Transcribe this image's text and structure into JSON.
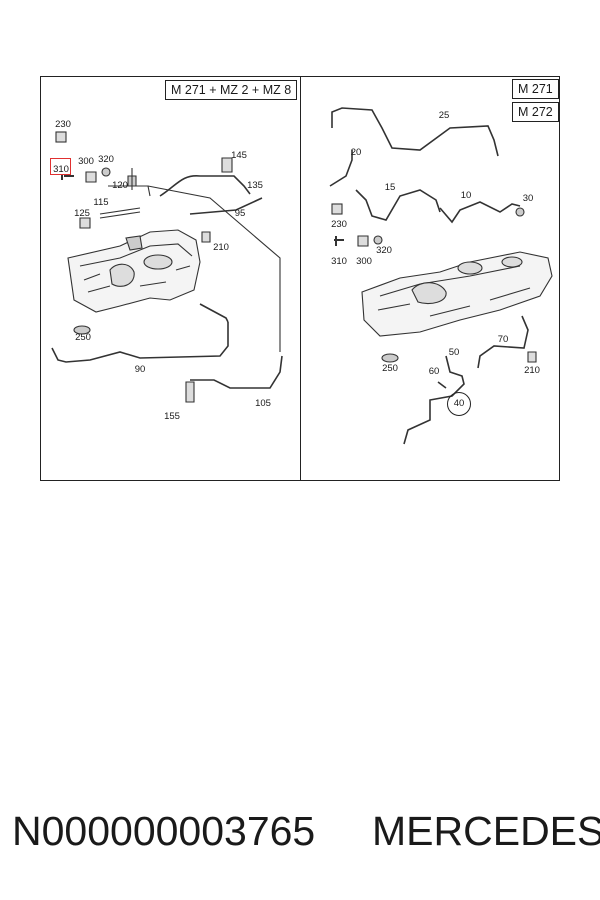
{
  "left_panel": {
    "header": "M 271 + MZ 2 + MZ 8",
    "callouts": [
      {
        "id": "l230",
        "text": "230"
      },
      {
        "id": "l310",
        "text": "310"
      },
      {
        "id": "l300",
        "text": "300"
      },
      {
        "id": "l320",
        "text": "320"
      },
      {
        "id": "l145",
        "text": "145"
      },
      {
        "id": "l135",
        "text": "135"
      },
      {
        "id": "l120",
        "text": "120"
      },
      {
        "id": "l115",
        "text": "115"
      },
      {
        "id": "l125",
        "text": "125"
      },
      {
        "id": "l95",
        "text": "95"
      },
      {
        "id": "l210",
        "text": "210"
      },
      {
        "id": "l250",
        "text": "250"
      },
      {
        "id": "l90",
        "text": "90"
      },
      {
        "id": "l155",
        "text": "155"
      },
      {
        "id": "l105",
        "text": "105"
      }
    ]
  },
  "right_panel": {
    "headers": [
      "M 271",
      "M 272"
    ],
    "callouts": [
      {
        "id": "r25",
        "text": "25"
      },
      {
        "id": "r20",
        "text": "20"
      },
      {
        "id": "r15",
        "text": "15"
      },
      {
        "id": "r10",
        "text": "10"
      },
      {
        "id": "r30",
        "text": "30"
      },
      {
        "id": "r230",
        "text": "230"
      },
      {
        "id": "r310",
        "text": "310"
      },
      {
        "id": "r300",
        "text": "300"
      },
      {
        "id": "r320",
        "text": "320"
      },
      {
        "id": "r250",
        "text": "250"
      },
      {
        "id": "r50",
        "text": "50"
      },
      {
        "id": "r60",
        "text": "60"
      },
      {
        "id": "r70",
        "text": "70"
      },
      {
        "id": "r210",
        "text": "210"
      },
      {
        "id": "r40",
        "text": "40"
      }
    ]
  },
  "highlight_color": "#e03030",
  "footer": {
    "part_number": "N000000003765",
    "brand": "MERCEDES"
  }
}
